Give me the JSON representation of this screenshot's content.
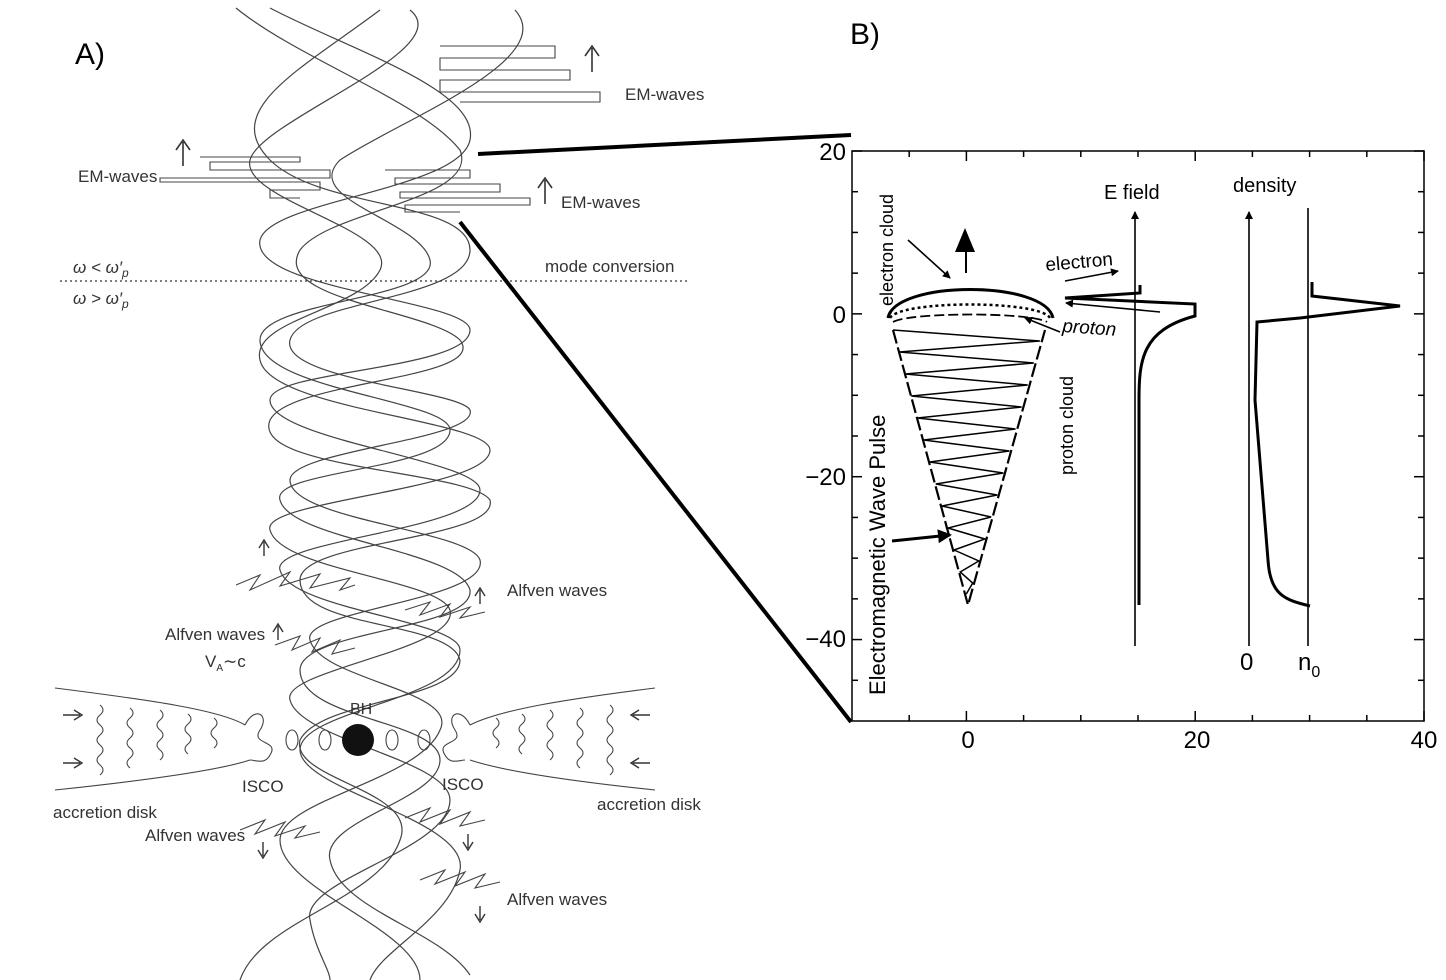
{
  "panel_a": {
    "label": "A)",
    "em_waves": "EM-waves",
    "mode_conversion": "mode conversion",
    "omega_lt": "ω < ω′",
    "omega_gt": "ω > ω′",
    "omega_sub": "p",
    "alfven_waves": "Alfven waves",
    "va": "V",
    "va_sub": "A",
    "va_rel": "∼c",
    "bh": "BH",
    "isco": "ISCO",
    "accretion_disk": "accretion disk"
  },
  "panel_b": {
    "label": "B)",
    "electron_cloud": "electron cloud",
    "proton_cloud": "proton cloud",
    "electron": "electron",
    "proton": "proton",
    "pulse_label": "Electromagnetic Wave Pulse",
    "e_field": "E field",
    "density": "density",
    "density_zero": "0",
    "density_n": "n",
    "density_n_sub": "0",
    "x_ticks": [
      "0",
      "20",
      "40"
    ],
    "y_ticks": [
      "20",
      "0",
      "−20",
      "−40"
    ]
  },
  "chart_data": {
    "type": "line",
    "x_ticks": [
      0,
      20,
      40
    ],
    "y_ticks": [
      20,
      0,
      -20,
      -40
    ],
    "xlim": [
      -10,
      40
    ],
    "ylim": [
      -50,
      20
    ],
    "grid": false
  }
}
